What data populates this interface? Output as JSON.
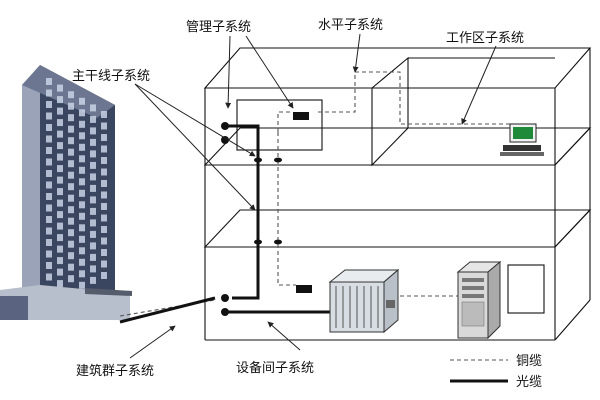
{
  "diagram": {
    "labels": {
      "management": "管理子系统",
      "horizontal": "水平子系统",
      "work_area": "工作区子系统",
      "backbone": "主干线子系统",
      "campus": "建筑群子系统",
      "equipment": "设备间子系统"
    },
    "legend": {
      "copper": "铜缆",
      "fiber": "光缆"
    },
    "icons": [
      "office-building-icon",
      "computer-icon",
      "equipment-rack-icon",
      "server-tower-icon",
      "door-icon"
    ],
    "colors": {
      "line": "#111111",
      "building_face": "#3a4560",
      "building_side": "#8a93a8",
      "computer_screen": "#1f8a3a",
      "rack_body": "#d7dde3"
    }
  }
}
